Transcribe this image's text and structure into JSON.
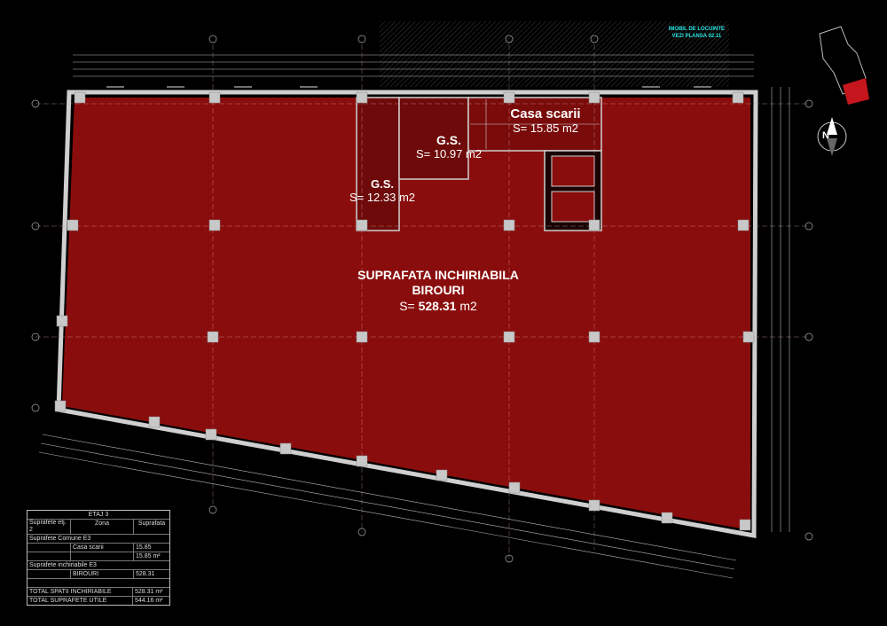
{
  "spaces": {
    "stair": {
      "name": "Casa scarii",
      "area": "S= 15.85 m2"
    },
    "wc_upper": {
      "name": "G.S.",
      "area": "S= 10.97 m2"
    },
    "wc_lower": {
      "name": "G.S.",
      "area": "S= 12.33 m2"
    },
    "main": {
      "line1": "SUPRAFATA INCHIRIABILA",
      "line2": "BIROURI",
      "area_prefix": "S= ",
      "area_value": "528.31",
      "area_unit": " m2"
    }
  },
  "note": {
    "line1": "IMOBIL DE LOCUINTE",
    "line2": "VEZI PLANSA 02.11"
  },
  "north_label": "N",
  "colors": {
    "room_fill": "#8a0d0d",
    "background": "#000000",
    "note_text": "#29e6e6",
    "pillar": "#c8c8c8"
  },
  "table": {
    "title": "ETAJ 3",
    "col_label": "Suprafete etj. 2",
    "col_zone": "Zona",
    "col_area": "Suprafata",
    "section_common": "Suprafete Comune E3",
    "common_rows": [
      {
        "zone": "Casa scarii",
        "area": "15.85"
      }
    ],
    "common_total": "15.85 m²",
    "section_rentable": "Suprafete inchiriabile E3",
    "rentable_rows": [
      {
        "zone": "BIROURI",
        "area": "528.31"
      }
    ],
    "total_rentable_label": "TOTAL SPATII INCHIRIABILE",
    "total_rentable_value": "528.31 m²",
    "total_useful_label": "TOTAL SUPRAFETE UTILE",
    "total_useful_value": "544.16 m²"
  }
}
